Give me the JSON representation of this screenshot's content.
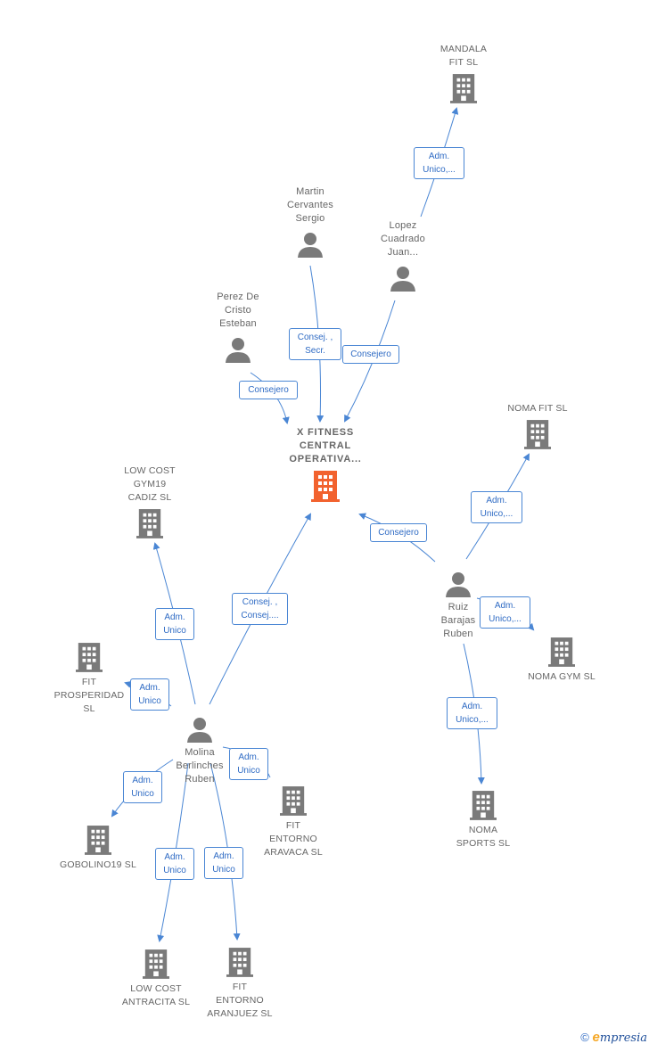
{
  "nodes": {
    "x_fitness": {
      "label": "X FITNESS\nCENTRAL\nOPERATIVA...",
      "icon": "building-icon",
      "color": "#f2622e"
    },
    "mandala": {
      "label": "MANDALA\nFIT  SL",
      "icon": "building-icon"
    },
    "martin": {
      "label": "Martin\nCervantes\nSergio",
      "icon": "person-icon"
    },
    "lopez": {
      "label": "Lopez\nCuadrado\nJuan...",
      "icon": "person-icon"
    },
    "perez": {
      "label": "Perez De\nCristo\nEsteban",
      "icon": "person-icon"
    },
    "noma_fit": {
      "label": "NOMA FIT  SL",
      "icon": "building-icon"
    },
    "ruiz": {
      "label": "Ruiz\nBarajas\nRuben",
      "icon": "person-icon"
    },
    "noma_gym": {
      "label": "NOMA GYM  SL",
      "icon": "building-icon"
    },
    "noma_sports": {
      "label": "NOMA\nSPORTS  SL",
      "icon": "building-icon"
    },
    "low_cost_cadiz": {
      "label": "LOW COST\nGYM19\nCADIZ  SL",
      "icon": "building-icon"
    },
    "fit_prosperidad": {
      "label": "FIT\nPROSPERIDAD\nSL",
      "icon": "building-icon"
    },
    "molina": {
      "label": "Molina\nBerlinches\nRuben",
      "icon": "person-icon"
    },
    "fit_aravaca": {
      "label": "FIT\nENTORNO\nARAVACA  SL",
      "icon": "building-icon"
    },
    "gobolino": {
      "label": "GOBOLINO19 SL",
      "icon": "building-icon"
    },
    "low_cost_antracita": {
      "label": "LOW COST\nANTRACITA  SL",
      "icon": "building-icon"
    },
    "fit_aranjuez": {
      "label": "FIT\nENTORNO\nARANJUEZ  SL",
      "icon": "building-icon"
    }
  },
  "edges": {
    "lopez_mandala": "Adm.\nUnico,...",
    "martin_x": "Consej. ,\nSecr.",
    "lopez_x": "Consejero",
    "perez_x": "Consejero",
    "ruiz_nomafit": "Adm.\nUnico,...",
    "ruiz_x": "Consejero",
    "ruiz_nomagym": "Adm.\nUnico,...",
    "ruiz_nomasports": "Adm.\nUnico,...",
    "molina_cadiz": "Adm.\nUnico",
    "molina_x": "Consej. ,\nConsej....",
    "molina_prosperidad": "Adm.\nUnico",
    "molina_aravaca": "Adm.\nUnico",
    "molina_gobolino": "Adm.\nUnico",
    "molina_antracita": "Adm.\nUnico",
    "molina_aranjuez": "Adm.\nUnico"
  },
  "colors": {
    "edge": "#4a86d4",
    "icon": "#7a7a7a",
    "center": "#f2622e"
  },
  "footer": {
    "copyright": "©",
    "brand_e": "e",
    "brand_rest": "mpresia"
  }
}
